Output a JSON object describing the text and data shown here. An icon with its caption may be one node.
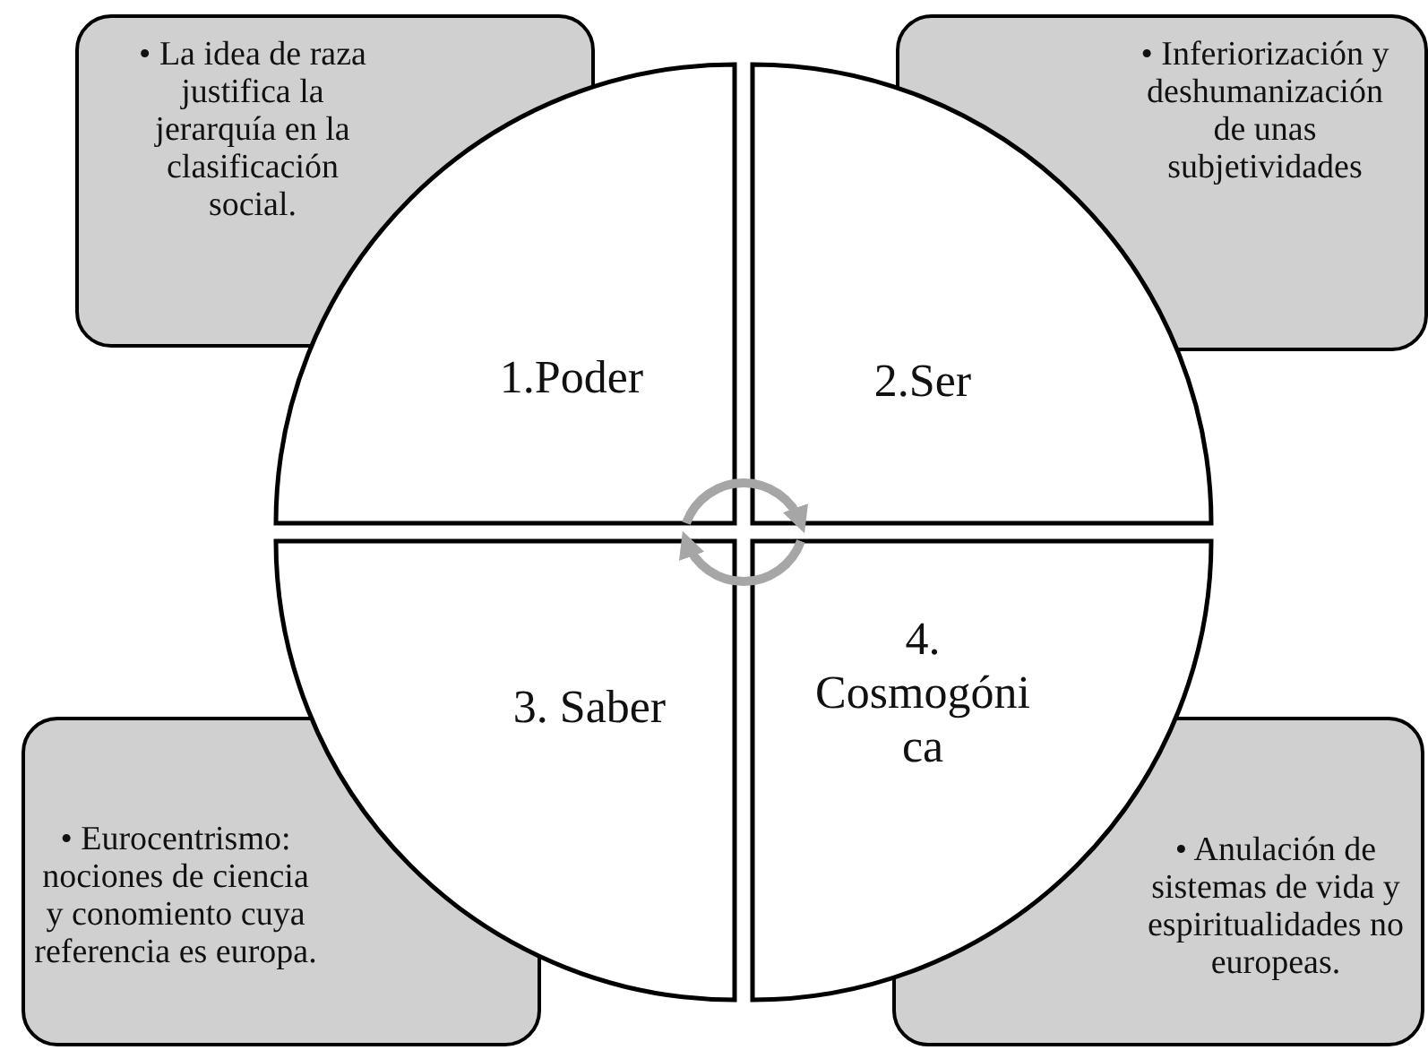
{
  "diagram": {
    "nodes": [
      {
        "text": [
          "• La idea de raza justifica la jerarquía en la clasificación social."
        ]
      },
      {
        "text": [
          "• Inferiorización y deshumanización de unas subjetividades"
        ]
      },
      {
        "text": [
          "1.Poder"
        ]
      },
      {
        "text": [
          "2.Ser"
        ]
      },
      {
        "text": [
          "3. Saber"
        ]
      },
      {
        "text": [
          "4. Cosmogónica"
        ]
      },
      {
        "text": [
          "• Eurocentrismo: nociones de ciencia y conomiento cuya referencia es europa."
        ]
      },
      {
        "text": [
          "• Anulación de sistemas de vida y espiritualidades no europeas."
        ]
      }
    ],
    "edges": [
      {
        "from": 2,
        "to": 3,
        "arrow": "to"
      },
      {
        "from": 5,
        "to": 4,
        "arrow": "to"
      }
    ]
  }
}
